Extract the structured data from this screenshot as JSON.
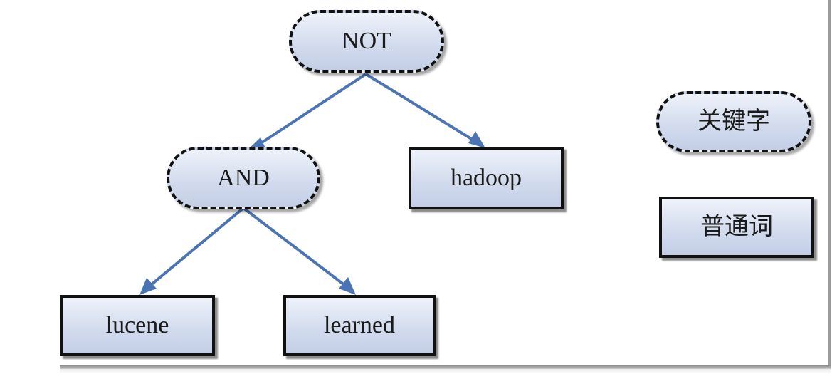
{
  "nodes": {
    "not": {
      "label": "NOT",
      "kind": "keyword"
    },
    "and": {
      "label": "AND",
      "kind": "keyword"
    },
    "hadoop": {
      "label": "hadoop",
      "kind": "term"
    },
    "lucene": {
      "label": "lucene",
      "kind": "term"
    },
    "learned": {
      "label": "learned",
      "kind": "term"
    }
  },
  "edges": [
    {
      "from": "NOT",
      "to": "AND"
    },
    {
      "from": "NOT",
      "to": "hadoop"
    },
    {
      "from": "AND",
      "to": "lucene"
    },
    {
      "from": "AND",
      "to": "learned"
    }
  ],
  "legend": {
    "keyword_label": "关键字",
    "term_label": "普通词"
  },
  "colors": {
    "arrow": "#4a74b3",
    "node_fill_top": "#eef2fa",
    "node_fill_bottom": "#c3cee6",
    "border": "#111111"
  }
}
